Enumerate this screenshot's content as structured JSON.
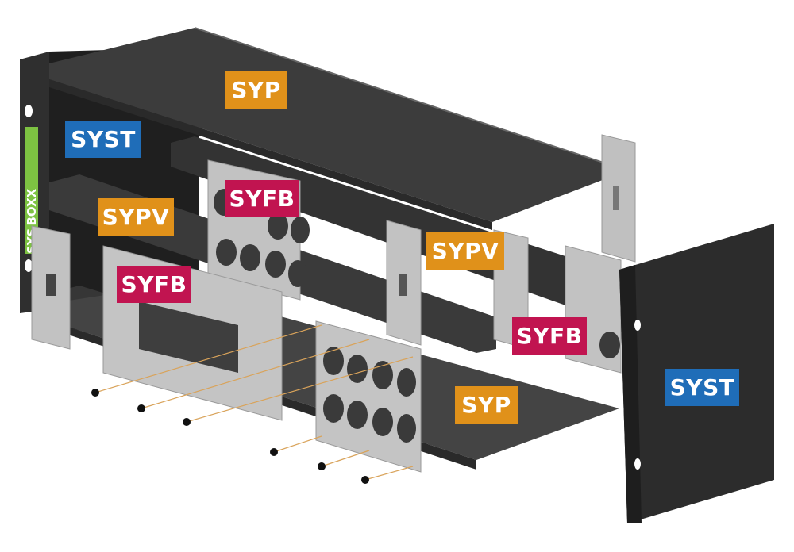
{
  "logo": {
    "text_a": "SYS",
    "text_b": "BOXX",
    "color": "#7dc242"
  },
  "colors": {
    "syp": "#e0911a",
    "syst": "#1f6db8",
    "syfb": "#c11450",
    "aluminium_dark": "#3a3a3a",
    "plate_silver": "#bcbcbc",
    "screw_line": "#d9a35a"
  },
  "labels": [
    {
      "id": "syp-top",
      "text": "SYP"
    },
    {
      "id": "syst-left",
      "text": "SYST"
    },
    {
      "id": "syfb-upper",
      "text": "SYFB"
    },
    {
      "id": "sypv-left",
      "text": "SYPV"
    },
    {
      "id": "syfb-left",
      "text": "SYFB"
    },
    {
      "id": "sypv-right",
      "text": "SYPV"
    },
    {
      "id": "syfb-right",
      "text": "SYFB"
    },
    {
      "id": "syp-bottom",
      "text": "SYP"
    },
    {
      "id": "syst-right",
      "text": "SYST"
    }
  ]
}
